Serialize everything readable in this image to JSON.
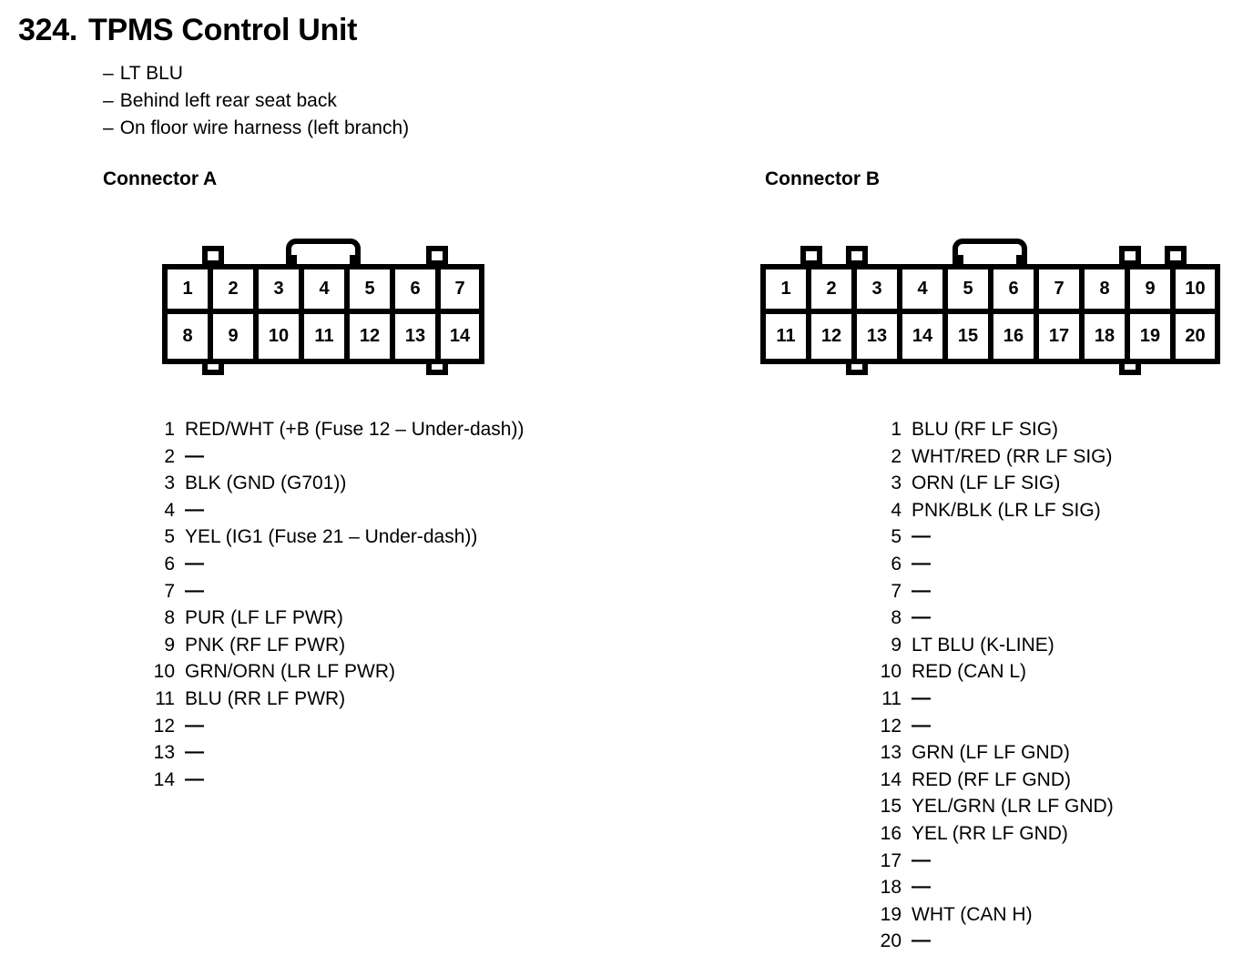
{
  "header": {
    "number": "324.",
    "title": "TPMS Control Unit",
    "notes": [
      "LT BLU",
      "Behind left rear seat back",
      "On floor wire harness (left branch)"
    ],
    "note_dash": "–"
  },
  "empty_pin_marker": "—",
  "connectors": [
    {
      "id": "a",
      "heading": "Connector A",
      "cavity_rows": [
        [
          "1",
          "2",
          "3",
          "4",
          "5",
          "6",
          "7"
        ],
        [
          "8",
          "9",
          "10",
          "11",
          "12",
          "13",
          "14"
        ]
      ],
      "pins": [
        {
          "no": "1",
          "desc": "RED/WHT (+B (Fuse 12 – Under-dash))"
        },
        {
          "no": "2",
          "desc": "—"
        },
        {
          "no": "3",
          "desc": "BLK (GND (G701))"
        },
        {
          "no": "4",
          "desc": "—"
        },
        {
          "no": "5",
          "desc": "YEL (IG1 (Fuse 21 – Under-dash))"
        },
        {
          "no": "6",
          "desc": "—"
        },
        {
          "no": "7",
          "desc": "—"
        },
        {
          "no": "8",
          "desc": "PUR (LF LF PWR)"
        },
        {
          "no": "9",
          "desc": "PNK (RF LF PWR)"
        },
        {
          "no": "10",
          "desc": "GRN/ORN (LR LF PWR)"
        },
        {
          "no": "11",
          "desc": "BLU (RR LF PWR)"
        },
        {
          "no": "12",
          "desc": "—"
        },
        {
          "no": "13",
          "desc": "—"
        },
        {
          "no": "14",
          "desc": "—"
        }
      ]
    },
    {
      "id": "b",
      "heading": "Connector B",
      "cavity_rows": [
        [
          "1",
          "2",
          "3",
          "4",
          "5",
          "6",
          "7",
          "8",
          "9",
          "10"
        ],
        [
          "11",
          "12",
          "13",
          "14",
          "15",
          "16",
          "17",
          "18",
          "19",
          "20"
        ]
      ],
      "pins": [
        {
          "no": "1",
          "desc": "BLU (RF LF SIG)"
        },
        {
          "no": "2",
          "desc": "WHT/RED (RR LF SIG)"
        },
        {
          "no": "3",
          "desc": "ORN (LF LF SIG)"
        },
        {
          "no": "4",
          "desc": "PNK/BLK (LR LF SIG)"
        },
        {
          "no": "5",
          "desc": "—"
        },
        {
          "no": "6",
          "desc": "—"
        },
        {
          "no": "7",
          "desc": "—"
        },
        {
          "no": "8",
          "desc": "—"
        },
        {
          "no": "9",
          "desc": "LT BLU (K-LINE)"
        },
        {
          "no": "10",
          "desc": "RED (CAN L)"
        },
        {
          "no": "11",
          "desc": "—"
        },
        {
          "no": "12",
          "desc": "—"
        },
        {
          "no": "13",
          "desc": "GRN (LF LF GND)"
        },
        {
          "no": "14",
          "desc": "RED (RF LF GND)"
        },
        {
          "no": "15",
          "desc": "YEL/GRN (LR LF GND)"
        },
        {
          "no": "16",
          "desc": "YEL (RR LF GND)"
        },
        {
          "no": "17",
          "desc": "—"
        },
        {
          "no": "18",
          "desc": "—"
        },
        {
          "no": "19",
          "desc": "WHT (CAN H)"
        },
        {
          "no": "20",
          "desc": "—"
        }
      ]
    }
  ],
  "colors": {
    "ink": "#000000",
    "paper": "#ffffff"
  }
}
